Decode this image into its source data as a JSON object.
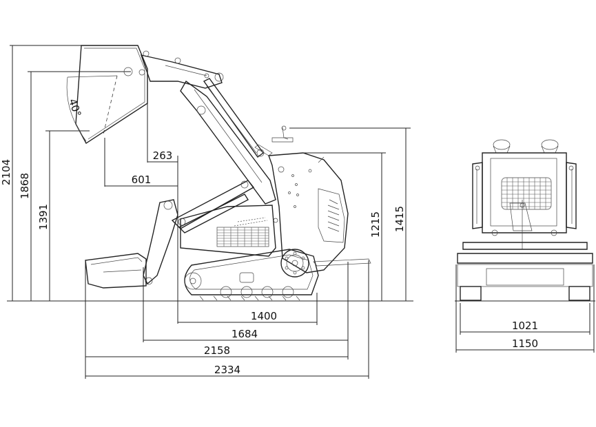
{
  "drawing": {
    "angle_label": "40°",
    "side_view": {
      "heights": {
        "max_height": "2104",
        "hinge_pin_height": "1868",
        "dump_height": "1391",
        "operator_height": "1415",
        "body_height": "1215"
      },
      "reach": {
        "dump_reach": "263",
        "reach_at_height": "601"
      },
      "lengths": {
        "track_length": "1400",
        "length_no_bucket": "1684",
        "length_bucket_level": "2158",
        "overall_length": "2334"
      }
    },
    "rear_view": {
      "widths": {
        "track_width": "1021",
        "overall_width": "1150"
      }
    }
  }
}
